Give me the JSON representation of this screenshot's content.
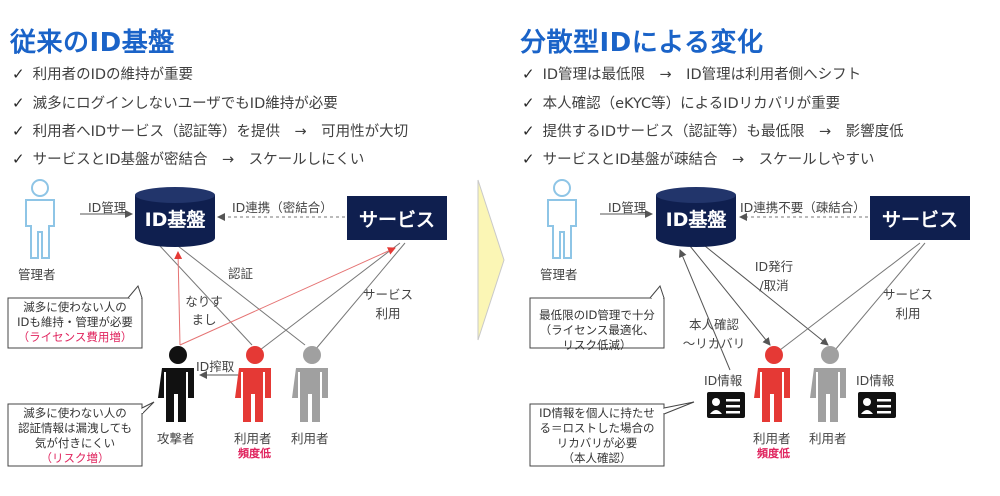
{
  "left": {
    "title": "従来のID基盤",
    "bullets": [
      "利用者のIDの維持が重要",
      "滅多にログインしないユーザでもID維持が必要",
      "利用者へIDサービス（認証等）を提供　→　可用性が大切",
      "サービスとID基盤が密結合　→　スケールしにくい"
    ],
    "diagram": {
      "db_label": "ID基盤",
      "service_label": "サービス",
      "admin_caption": "管理者",
      "id_mgmt": "ID管理",
      "id_link": "ID連携（密結合）",
      "auth": "認証",
      "service_use_1": "サービス",
      "service_use_2": "利用",
      "spoof_1": "なりす",
      "spoof_2": "まし",
      "id_theft": "ID搾取",
      "attacker": "攻撃者",
      "user1": "利用者",
      "user1_sub": "頻度低",
      "user2": "利用者",
      "callout1": {
        "l1": "滅多に使わない人の",
        "l2": "IDも維持・管理が必要",
        "l3": "（ライセンス費用増）"
      },
      "callout2": {
        "l1": "滅多に使わない人の",
        "l2": "認証情報は漏洩しても",
        "l3": "気が付きにくい",
        "l4": "（リスク増）"
      }
    }
  },
  "right": {
    "title": "分散型IDによる変化",
    "bullets": [
      "ID管理は最低限　→　ID管理は利用者側へシフト",
      "本人確認（eKYC等）によるIDリカバリが重要",
      "提供するIDサービス（認証等）も最低限　→　影響度低",
      "サービスとID基盤が疎結合　→　スケールしやすい"
    ],
    "diagram": {
      "db_label": "ID基盤",
      "service_label": "サービス",
      "admin_caption": "管理者",
      "id_mgmt": "ID管理",
      "id_link": "ID連携不要（疎結合）",
      "issue_1": "ID発行",
      "issue_2": "/取消",
      "service_use_1": "サービス",
      "service_use_2": "利用",
      "verify_1": "本人確認",
      "verify_2": "～リカバリ",
      "id_info1": "ID情報",
      "id_info2": "ID情報",
      "user1": "利用者",
      "user1_sub": "頻度低",
      "user2": "利用者",
      "callout1": {
        "l1": "最低限のID管理で十分",
        "l2": "（ライセンス最適化、",
        "l3": "リスク低減）"
      },
      "callout2": {
        "l1": "ID情報を個人に持たせ",
        "l2": "る＝ロストした場合の",
        "l3": "リカバリが必要",
        "l4": "（本人確認）"
      }
    }
  },
  "colors": {
    "title": "#1a63c8",
    "navy": "#0f1f4f",
    "red": "#e53935",
    "gray": "#a0a0a0",
    "light_blue": "#8ec5e6",
    "pink": "#e0245e",
    "arrow_yellow": "#fbf6b5"
  }
}
